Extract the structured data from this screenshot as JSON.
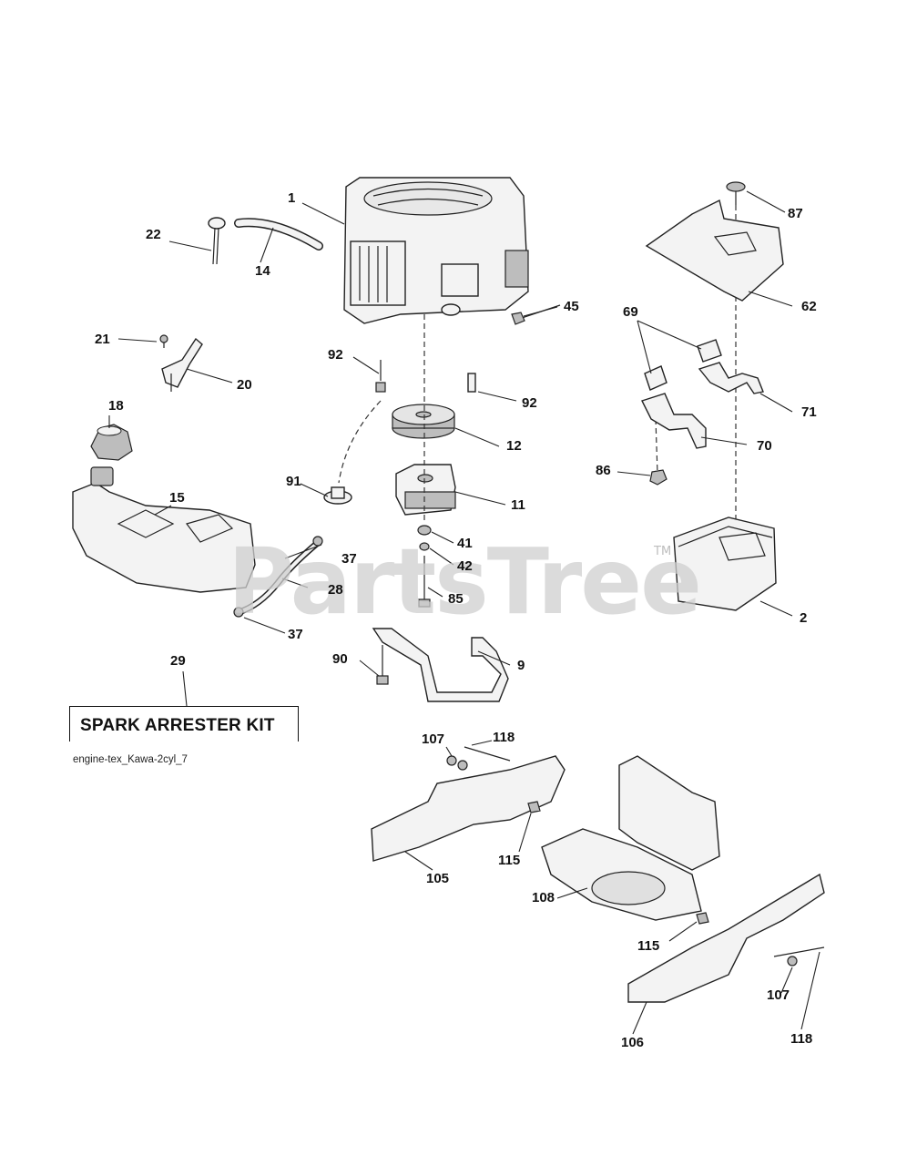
{
  "diagram": {
    "kit_label": "SPARK ARRESTER KIT",
    "file_reference": "engine-tex_Kawa-2cyl_7",
    "watermark": "PartsTree",
    "watermark_tm": "TM",
    "callouts": {
      "c1": "1",
      "c2": "2",
      "c9": "9",
      "c11": "11",
      "c12": "12",
      "c14": "14",
      "c15": "15",
      "c18": "18",
      "c20": "20",
      "c21": "21",
      "c22": "22",
      "c28": "28",
      "c29": "29",
      "c37a": "37",
      "c37b": "37",
      "c41": "41",
      "c42": "42",
      "c45": "45",
      "c62": "62",
      "c69": "69",
      "c70": "70",
      "c71": "71",
      "c85": "85",
      "c86": "86",
      "c87": "87",
      "c90": "90",
      "c91": "91",
      "c92a": "92",
      "c92b": "92",
      "c105": "105",
      "c106": "106",
      "c107a": "107",
      "c107b": "107",
      "c108": "108",
      "c115a": "115",
      "c115b": "115",
      "c118a": "118",
      "c118b": "118"
    }
  }
}
